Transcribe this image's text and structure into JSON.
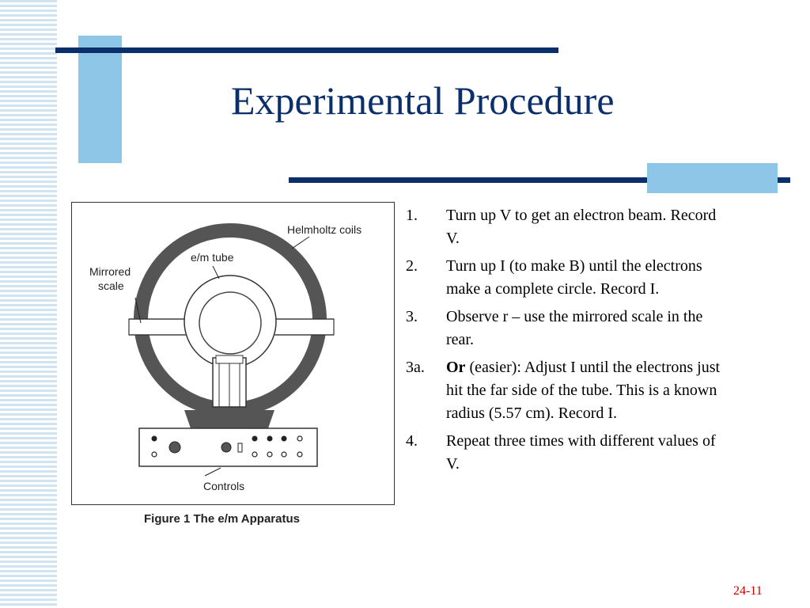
{
  "slide": {
    "title": "Experimental Procedure",
    "page_number": "24-11"
  },
  "figure": {
    "labels": {
      "helmholtz": "Helmholtz coils",
      "mirrored_1": "Mirrored",
      "mirrored_2": "scale",
      "tube": "e/m tube",
      "controls": "Controls"
    },
    "caption": "Figure 1  The e/m Apparatus"
  },
  "steps": [
    {
      "num": "1.",
      "text": "Turn up V to get an electron beam.  Record V."
    },
    {
      "num": "2.",
      "text": "Turn up I (to make B) until the electrons make a complete circle.  Record I."
    },
    {
      "num": "3.",
      "text": "Observe r – use the mirrored scale in the rear."
    },
    {
      "num": "3a.",
      "bold": "Or",
      "text": " (easier): Adjust I until the electrons just hit the far side of the tube.  This is a known radius (5.57 cm).  Record I."
    },
    {
      "num": "4.",
      "text": "Repeat three times with different values of V."
    }
  ]
}
